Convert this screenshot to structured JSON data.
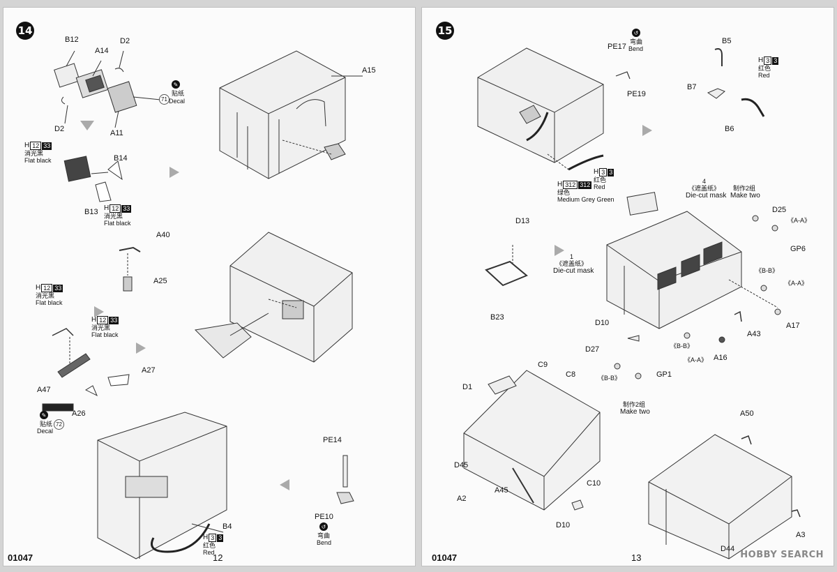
{
  "left_page": {
    "step": "14",
    "code": "01047",
    "page_number": "12",
    "parts": {
      "B12": "B12",
      "A14": "A14",
      "D2a": "D2",
      "D2b": "D2",
      "A11": "A11",
      "decal71_num": "71",
      "decal71_cn": "贴纸",
      "decal71_en": "Decal",
      "A15": "A15",
      "B14": "B14",
      "B13": "B13",
      "A40": "A40",
      "A25": "A25",
      "A27": "A27",
      "A47": "A47",
      "A26": "A26",
      "decal72_num": "72",
      "decal72_cn": "贴纸",
      "decal72_en": "Decal",
      "PE14": "PE14",
      "PE10": "PE10",
      "bend_cn": "弯曲",
      "bend_en": "Bend",
      "B4": "B4"
    },
    "paints": {
      "p1": {
        "letter": "H",
        "num": "12",
        "code": "33",
        "cn": "消光黑",
        "en": "Flat black"
      },
      "p2": {
        "letter": "H",
        "num": "12",
        "code": "33",
        "cn": "消光黑",
        "en": "Flat black"
      },
      "p3": {
        "letter": "H",
        "num": "12",
        "code": "33",
        "cn": "消光黑",
        "en": "Flat black"
      },
      "p4": {
        "letter": "H",
        "num": "12",
        "code": "33",
        "cn": "消光黑",
        "en": "Flat black"
      },
      "p5": {
        "letter": "H",
        "num": "3",
        "code": "3",
        "cn": "红色",
        "en": "Red"
      }
    }
  },
  "right_page": {
    "step": "15",
    "code": "01047",
    "page_number": "13",
    "parts": {
      "PE17": "PE17",
      "PE19": "PE19",
      "bend_cn": "弯曲",
      "bend_en": "Bend",
      "B5": "B5",
      "B7": "B7",
      "B6": "B6",
      "mask4_num": "4",
      "mask4_cn": "《遮盖纸》",
      "mask4_en": "Die-cut mask",
      "make_two_cn": "制作2组",
      "make_two_en": "Make two",
      "D25": "D25",
      "AA1": "《A-A》",
      "GP6": "GP6",
      "D13": "D13",
      "mask1_num": "1",
      "mask1_cn": "《遮盖纸》",
      "mask1_en": "Die-cut mask",
      "BB1": "《B-B》",
      "AA2": "《A-A》",
      "A17": "A17",
      "B23": "B23",
      "D10a": "D10",
      "A43": "A43",
      "BB2": "《B-B》",
      "AA3": "《A-A》",
      "A16": "A16",
      "D27": "D27",
      "BB3": "《B-B》",
      "GP1": "GP1",
      "make_two2_cn": "制作2组",
      "make_two2_en": "Make two",
      "C9": "C9",
      "C8": "C8",
      "D1": "D1",
      "D45": "D45",
      "A2": "A2",
      "A45": "A45",
      "C10": "C10",
      "D10b": "D10",
      "A50": "A50",
      "D44": "D44",
      "A3": "A3"
    },
    "paints": {
      "p1": {
        "letter": "H",
        "num": "3",
        "code": "3",
        "cn": "红色",
        "en": "Red"
      },
      "p2": {
        "letter": "H",
        "num": "3",
        "code": "3",
        "cn": "红色",
        "en": "Red"
      },
      "p3": {
        "letter": "H",
        "num": "312",
        "code": "312",
        "cn": "绿色",
        "en": "Medium Grey Green"
      }
    }
  },
  "watermark": "HOBBY SEARCH"
}
